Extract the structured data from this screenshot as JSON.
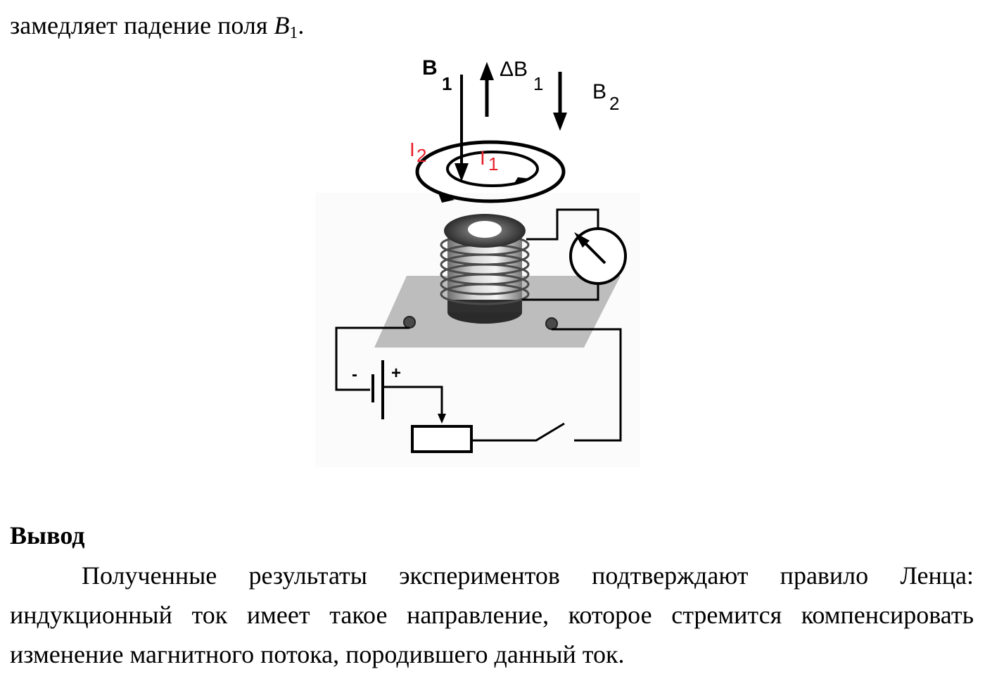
{
  "top_text": {
    "prefix": "замедляет падение поля ",
    "symbol": "B",
    "subscript": "1",
    "suffix": "."
  },
  "figure": {
    "labels": {
      "b1": "B",
      "b1_sub": "1",
      "delta_b1": "ΔB",
      "delta_b1_sub": "1",
      "b2": "B",
      "b2_sub": "2",
      "i2": "I",
      "i2_sub": "2",
      "i1": "I",
      "i1_sub": "1",
      "minus": "-",
      "plus": "+"
    },
    "colors": {
      "current_labels": "#e8202a",
      "lines": "#000000",
      "table": "#bdbdbd"
    }
  },
  "conclusion": {
    "heading": "Вывод",
    "paragraph": "Полученные результаты экспериментов подтверждают правило Ленца: индукционный ток имеет такое направление, которое стремится компенсировать изменение магнитного потока, породившего данный ток."
  }
}
